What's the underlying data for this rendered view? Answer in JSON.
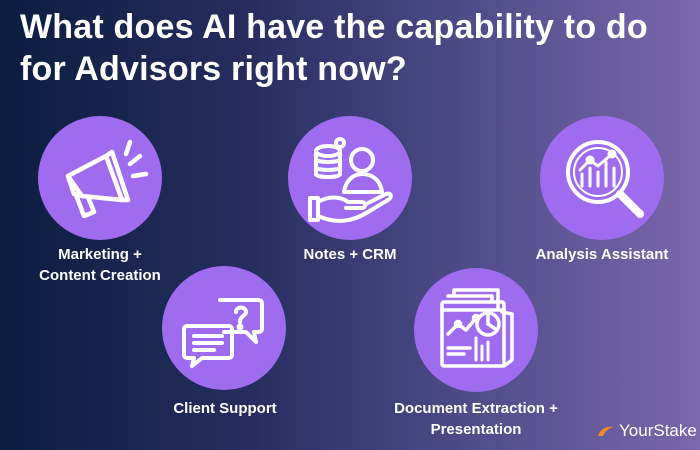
{
  "title": "What does AI have the capability to do for Advisors right now?",
  "items": [
    {
      "label_line1": "Marketing +",
      "label_line2": "Content Creation",
      "icon": "megaphone-icon"
    },
    {
      "label_line1": "Notes + CRM",
      "label_line2": "",
      "icon": "person-database-hand-icon"
    },
    {
      "label_line1": "Analysis Assistant",
      "label_line2": "",
      "icon": "magnifier-chart-icon"
    },
    {
      "label_line1": "Client Support",
      "label_line2": "",
      "icon": "chat-question-icon"
    },
    {
      "label_line1": "Document Extraction +",
      "label_line2": "Presentation",
      "icon": "document-charts-icon"
    }
  ],
  "brand": {
    "name": "YourStake",
    "logo": "yourstake-logo"
  },
  "colors": {
    "circle": "#9f6cf0",
    "text": "#ffffff",
    "logo_accent": "#f08a24"
  }
}
